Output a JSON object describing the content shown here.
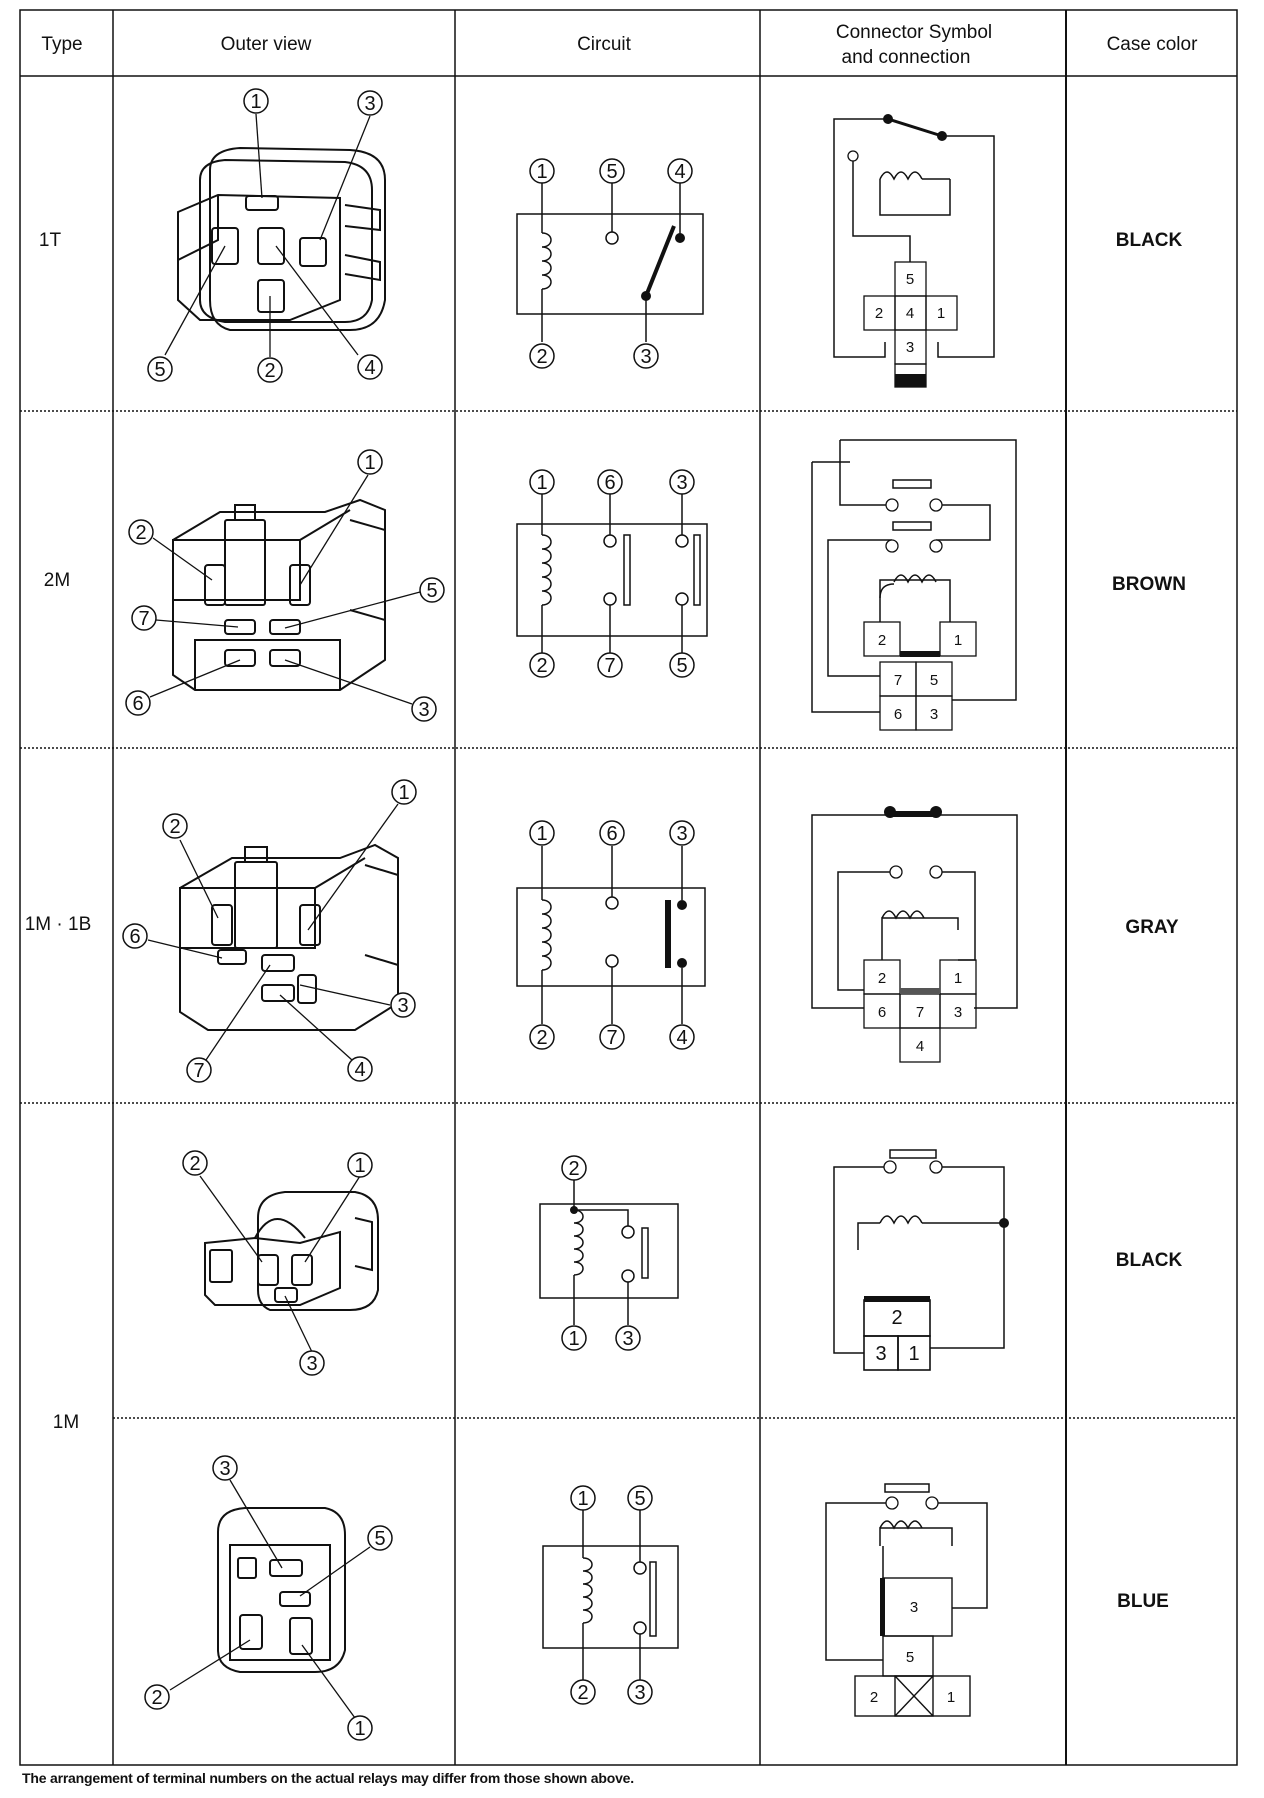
{
  "headers": {
    "type": "Type",
    "outer_view": "Outer view",
    "circuit": "Circuit",
    "connector_line1": "Connector Symbol",
    "connector_line2": "and connection",
    "case_color": "Case color"
  },
  "rows": [
    {
      "type": "1T",
      "case_color": "BLACK",
      "outer_terminals": [
        "1",
        "3",
        "5",
        "2",
        "4"
      ],
      "circuit_terminals": [
        "1",
        "5",
        "4",
        "2",
        "3"
      ],
      "connector_terminals": [
        "5",
        "2",
        "4",
        "1",
        "3"
      ]
    },
    {
      "type": "2M",
      "case_color": "BROWN",
      "outer_terminals": [
        "1",
        "2",
        "5",
        "7",
        "6",
        "3"
      ],
      "circuit_terminals": [
        "1",
        "6",
        "3",
        "2",
        "7",
        "5"
      ],
      "connector_terminals": [
        "2",
        "1",
        "7",
        "5",
        "6",
        "3"
      ]
    },
    {
      "type": "1M · 1B",
      "case_color": "GRAY",
      "outer_terminals": [
        "1",
        "2",
        "6",
        "3",
        "7",
        "4"
      ],
      "circuit_terminals": [
        "1",
        "6",
        "3",
        "2",
        "7",
        "4"
      ],
      "connector_terminals": [
        "2",
        "1",
        "6",
        "7",
        "3",
        "4"
      ]
    },
    {
      "type": "1M",
      "case_color": "BLACK",
      "outer_terminals": [
        "2",
        "1",
        "3"
      ],
      "circuit_terminals": [
        "2",
        "1",
        "3"
      ],
      "connector_terminals": [
        "2",
        "3",
        "1"
      ]
    },
    {
      "type": "",
      "case_color": "BLUE",
      "outer_terminals": [
        "3",
        "5",
        "2",
        "1"
      ],
      "circuit_terminals": [
        "1",
        "5",
        "2",
        "3"
      ],
      "connector_terminals": [
        "3",
        "5",
        "2",
        "1"
      ]
    }
  ],
  "footnote": "The arrangement of terminal numbers on the actual relays may differ from those shown above."
}
